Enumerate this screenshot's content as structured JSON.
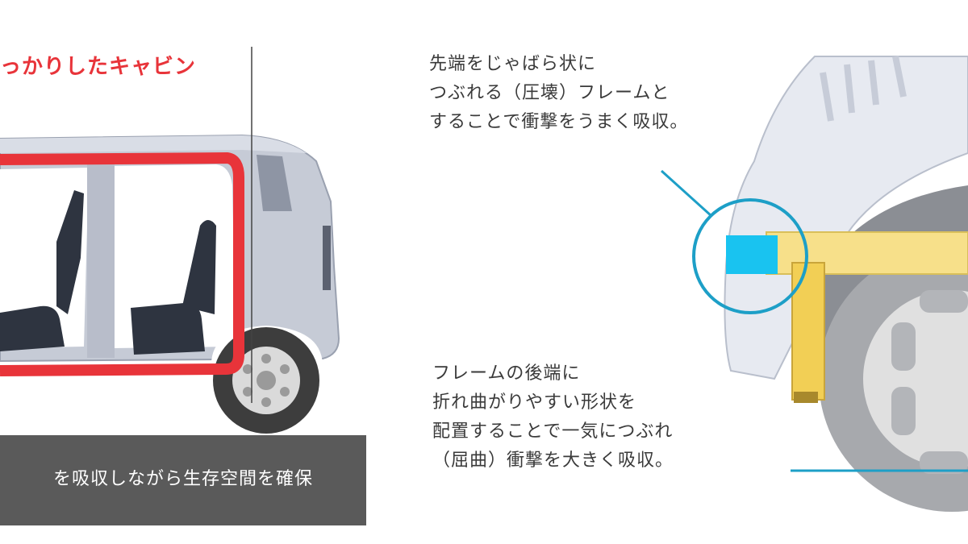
{
  "left_panel": {
    "cabin_title": "っかりしたキャビン",
    "caption": "を吸収しながら生存空間を確保"
  },
  "right_panel": {
    "note_front_lines": [
      "先端をじゃばら状に",
      "つぶれる（圧壊）フレームと",
      "することで衝撃をうまく吸収。"
    ],
    "note_rear_lines": [
      "フレームの後端に",
      "折れ曲がりやすい形状を",
      "配置することで一気につぶれ",
      "（屈曲）衝撃を大きく吸収。"
    ]
  },
  "colors": {
    "cabin_frame": "#e8343a",
    "body_panel": "#c6cbd6",
    "frame_yellow": "#f7e08a",
    "crush_zone": "#19c3f0",
    "callout_line": "#1d9fc7",
    "caption_bg": "#5a5a5a"
  }
}
